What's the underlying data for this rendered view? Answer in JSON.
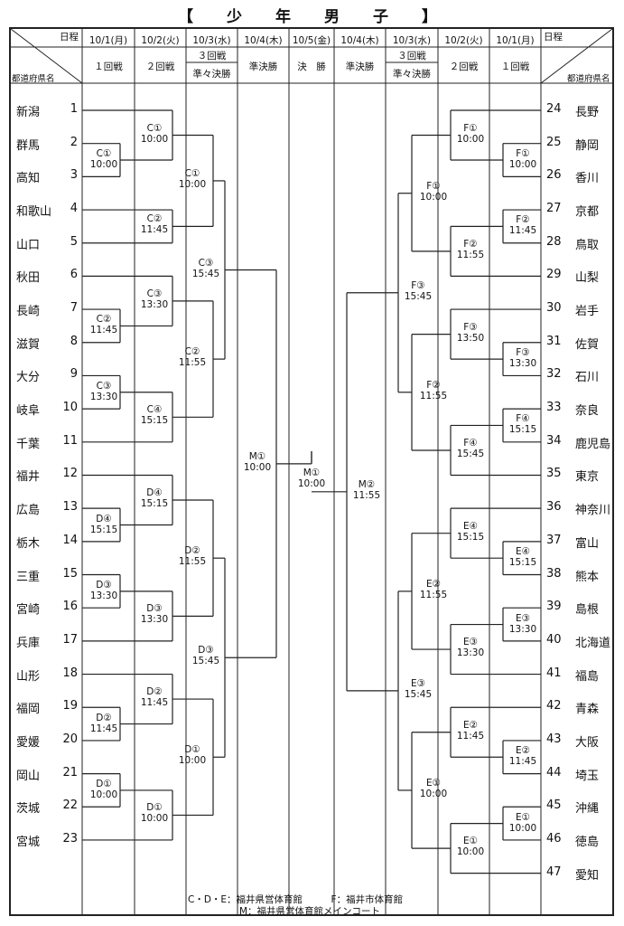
{
  "title": "【　少　年　男　子　】",
  "header": {
    "date_label": "日程",
    "pref_label": "都道府県名",
    "dates_left": [
      "10/1(月)",
      "10/2(火)",
      "10/3(水)",
      "10/4(木)"
    ],
    "date_final": "10/5(金)",
    "dates_right": [
      "10/4(木)",
      "10/3(水)",
      "10/2(火)",
      "10/1(月)"
    ],
    "rounds_left": [
      "１回戦",
      "２回戦",
      "３回戦",
      "準々決勝",
      "準決勝"
    ],
    "round_final": "決　勝",
    "rounds_right": [
      "準決勝",
      "３回戦",
      "準々決勝",
      "２回戦",
      "１回戦"
    ]
  },
  "left_teams": [
    {
      "seed": "1",
      "name": "新潟"
    },
    {
      "seed": "2",
      "name": "群馬"
    },
    {
      "seed": "3",
      "name": "高知"
    },
    {
      "seed": "4",
      "name": "和歌山"
    },
    {
      "seed": "5",
      "name": "山口"
    },
    {
      "seed": "6",
      "name": "秋田"
    },
    {
      "seed": "7",
      "name": "長崎"
    },
    {
      "seed": "8",
      "name": "滋賀"
    },
    {
      "seed": "9",
      "name": "大分"
    },
    {
      "seed": "10",
      "name": "岐阜"
    },
    {
      "seed": "11",
      "name": "千葉"
    },
    {
      "seed": "12",
      "name": "福井"
    },
    {
      "seed": "13",
      "name": "広島"
    },
    {
      "seed": "14",
      "name": "栃木"
    },
    {
      "seed": "15",
      "name": "三重"
    },
    {
      "seed": "16",
      "name": "宮崎"
    },
    {
      "seed": "17",
      "name": "兵庫"
    },
    {
      "seed": "18",
      "name": "山形"
    },
    {
      "seed": "19",
      "name": "福岡"
    },
    {
      "seed": "20",
      "name": "愛媛"
    },
    {
      "seed": "21",
      "name": "岡山"
    },
    {
      "seed": "22",
      "name": "茨城"
    },
    {
      "seed": "23",
      "name": "宮城"
    }
  ],
  "right_teams": [
    {
      "seed": "24",
      "name": "長野"
    },
    {
      "seed": "25",
      "name": "静岡"
    },
    {
      "seed": "26",
      "name": "香川"
    },
    {
      "seed": "27",
      "name": "京都"
    },
    {
      "seed": "28",
      "name": "鳥取"
    },
    {
      "seed": "29",
      "name": "山梨"
    },
    {
      "seed": "30",
      "name": "岩手"
    },
    {
      "seed": "31",
      "name": "佐賀"
    },
    {
      "seed": "32",
      "name": "石川"
    },
    {
      "seed": "33",
      "name": "奈良"
    },
    {
      "seed": "34",
      "name": "鹿児島"
    },
    {
      "seed": "35",
      "name": "東京"
    },
    {
      "seed": "36",
      "name": "神奈川"
    },
    {
      "seed": "37",
      "name": "富山"
    },
    {
      "seed": "38",
      "name": "熊本"
    },
    {
      "seed": "39",
      "name": "島根"
    },
    {
      "seed": "40",
      "name": "北海道"
    },
    {
      "seed": "41",
      "name": "福島"
    },
    {
      "seed": "42",
      "name": "青森"
    },
    {
      "seed": "43",
      "name": "大阪"
    },
    {
      "seed": "44",
      "name": "埼玉"
    },
    {
      "seed": "45",
      "name": "沖縄"
    },
    {
      "seed": "46",
      "name": "徳島"
    },
    {
      "seed": "47",
      "name": "愛知"
    }
  ],
  "matches": {
    "L1_C1": {
      "venue": "C①",
      "time": "10:00"
    },
    "L1_C2": {
      "venue": "C②",
      "time": "11:45"
    },
    "L1_C3": {
      "venue": "C③",
      "time": "13:30"
    },
    "L1_D4": {
      "venue": "D④",
      "time": "15:15"
    },
    "L1_D3": {
      "venue": "D③",
      "time": "13:30"
    },
    "L1_D2": {
      "venue": "D②",
      "time": "11:45"
    },
    "L1_D1": {
      "venue": "D①",
      "time": "10:00"
    },
    "L2_C1": {
      "venue": "C①",
      "time": "10:00"
    },
    "L2_C2": {
      "venue": "C②",
      "time": "11:45"
    },
    "L2_C3": {
      "venue": "C③",
      "time": "13:30"
    },
    "L2_C4": {
      "venue": "C④",
      "time": "15:15"
    },
    "L2_D4": {
      "venue": "D④",
      "time": "15:15"
    },
    "L2_D3": {
      "venue": "D③",
      "time": "13:30"
    },
    "L2_D2": {
      "venue": "D②",
      "time": "11:45"
    },
    "L2_D1": {
      "venue": "D①",
      "time": "10:00"
    },
    "L3_C1": {
      "venue": "C①",
      "time": "10:00"
    },
    "L3_C2": {
      "venue": "C②",
      "time": "11:55"
    },
    "L3_D2": {
      "venue": "D②",
      "time": "11:55"
    },
    "L3_D1": {
      "venue": "D①",
      "time": "10:00"
    },
    "L4_C3": {
      "venue": "C③",
      "time": "15:45"
    },
    "L4_D3": {
      "venue": "D③",
      "time": "15:45"
    },
    "L5_M1": {
      "venue": "M①",
      "time": "10:00"
    },
    "FIN_M1": {
      "venue": "M①",
      "time": "10:00"
    },
    "R5_M2": {
      "venue": "M②",
      "time": "11:55"
    },
    "R4_F3": {
      "venue": "F③",
      "time": "15:45"
    },
    "R4_E3": {
      "venue": "E③",
      "time": "15:45"
    },
    "R3_F1": {
      "venue": "F①",
      "time": "10:00"
    },
    "R3_F2": {
      "venue": "F②",
      "time": "11:55"
    },
    "R3_E2": {
      "venue": "E②",
      "time": "11:55"
    },
    "R3_E1": {
      "venue": "E①",
      "time": "10:00"
    },
    "R2_F1": {
      "venue": "F①",
      "time": "10:00"
    },
    "R2_F2": {
      "venue": "F②",
      "time": "11:55"
    },
    "R2_F3": {
      "venue": "F③",
      "time": "13:50"
    },
    "R2_F4": {
      "venue": "F④",
      "time": "15:45"
    },
    "R2_E4": {
      "venue": "E④",
      "time": "15:15"
    },
    "R2_E3": {
      "venue": "E③",
      "time": "13:30"
    },
    "R2_E2": {
      "venue": "E②",
      "time": "11:45"
    },
    "R2_E1": {
      "venue": "E①",
      "time": "10:00"
    },
    "R1_F1": {
      "venue": "F①",
      "time": "10:00"
    },
    "R1_F2": {
      "venue": "F②",
      "time": "11:45"
    },
    "R1_F3": {
      "venue": "F③",
      "time": "13:30"
    },
    "R1_F4": {
      "venue": "F④",
      "time": "15:15"
    },
    "R1_E4": {
      "venue": "E④",
      "time": "15:15"
    },
    "R1_E3": {
      "venue": "E③",
      "time": "13:30"
    },
    "R1_E2": {
      "venue": "E②",
      "time": "11:45"
    },
    "R1_E1": {
      "venue": "E①",
      "time": "10:00"
    }
  },
  "legend": {
    "line1": "C・D・E：福井県営体育館　　　F：福井市体育館",
    "line2": "M：福井県営体育館メインコート"
  }
}
